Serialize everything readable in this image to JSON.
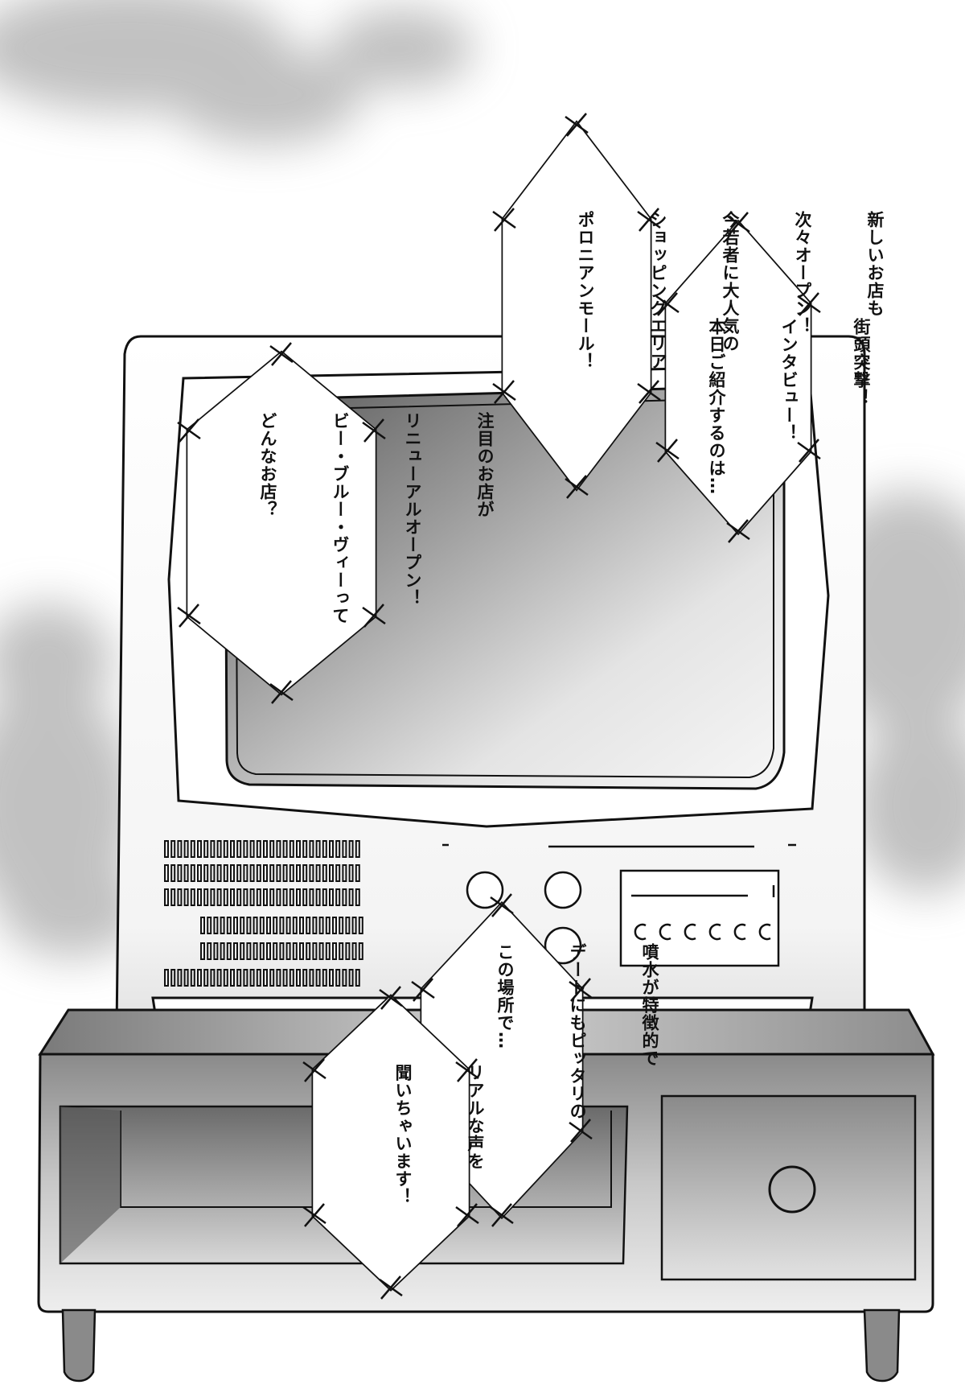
{
  "colors": {
    "ink": "#111111",
    "paper": "#ffffff",
    "screen_dark": "#6e6e6e",
    "screen_light": "#f2f2f2",
    "cabinet_dark": "#7a7a7a",
    "cabinet_light": "#e6e6e6",
    "cloud": "#9a9a9a"
  },
  "bubbles": {
    "street_interview": {
      "lines": [
        "街頭突撃！",
        "インタビュー！",
        "本日ご紹介するのは…"
      ]
    },
    "mall": {
      "lines": [
        "新しいお店も",
        "次々オープン！",
        "今若者に大人気の",
        "ショッピングエリア",
        "ポロニアンモール！"
      ]
    },
    "shop": {
      "lines": [
        "注目のお店が",
        "リニューアルオープン！",
        "ビー・ブルー・ヴィーって",
        "どんなお店？"
      ]
    },
    "fountain": {
      "lines": [
        "噴水が特徴的で",
        "デートにもピッタリの",
        "この場所で…"
      ]
    },
    "voices": {
      "lines": [
        "リアルな声を",
        "聞いちゃいます！"
      ]
    }
  }
}
